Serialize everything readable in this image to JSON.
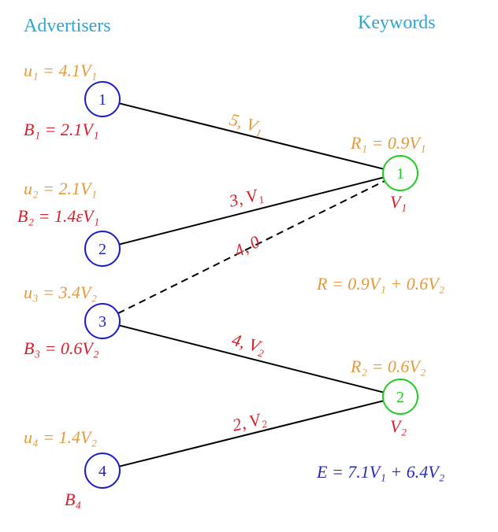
{
  "colors": {
    "header": "#29a8d6",
    "advertiser_node": "#1f1fc8",
    "keyword_node": "#22cc22",
    "orange": "#e59a3a",
    "red": "#d61f2a",
    "blue": "#2a2ab8",
    "edge": "#000000"
  },
  "headers": {
    "advertisers": "Advertisers",
    "keywords": "Keywords"
  },
  "advertisers": [
    {
      "id": "1",
      "u": "u₁ = 4.1V₁",
      "B": "B₁ = 2.1V₁"
    },
    {
      "id": "2",
      "u": "u₂ = 2.1V₁",
      "B": "B₂ = 1.4εV₁"
    },
    {
      "id": "3",
      "u": "u₃ = 3.4V₂",
      "B": "B₃ = 0.6V₂"
    },
    {
      "id": "4",
      "u": "u₄ = 1.4V₂",
      "B": "B₄"
    }
  ],
  "keywords": [
    {
      "id": "1",
      "R": "R₁ = 0.9V₁",
      "V": "V₁"
    },
    {
      "id": "2",
      "R": "R₂ = 0.6V₂",
      "V": "V₂"
    }
  ],
  "edges": [
    {
      "from": "1",
      "to": "1",
      "label": "5, V₁",
      "dashed": false,
      "label_color": "orange"
    },
    {
      "from": "2",
      "to": "1",
      "label": "3, V₁",
      "dashed": false,
      "label_color": "red"
    },
    {
      "from": "3",
      "to": "1",
      "label": "4, 0",
      "dashed": true,
      "label_color": "red"
    },
    {
      "from": "3",
      "to": "2",
      "label": "4, V₂",
      "dashed": false,
      "label_color": "red"
    },
    {
      "from": "4",
      "to": "2",
      "label": "2, V₂",
      "dashed": false,
      "label_color": "red"
    }
  ],
  "summary": {
    "R": "R = 0.9V₁ + 0.6V₂",
    "E": "E = 7.1V₁ + 6.4V₂"
  }
}
